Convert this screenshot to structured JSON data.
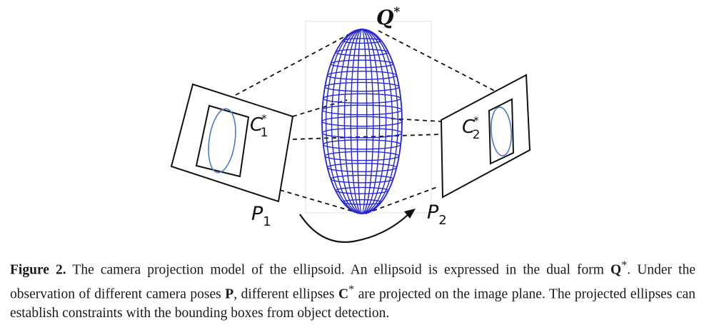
{
  "figure": {
    "labels": {
      "q": "Q",
      "q_sup": "*",
      "c1": "C",
      "c1_sub": "1",
      "c1_sup": "*",
      "c2": "C",
      "c2_sub": "2",
      "c2_sup": "*",
      "p1": "P",
      "p1_sub": "1",
      "p2": "P",
      "p2_sub": "2"
    },
    "colors": {
      "ellipsoid_mesh": "#2424d6",
      "image_ellipse": "#4a78c8",
      "lines": "#111111"
    }
  },
  "caption": {
    "label": "Figure 2.",
    "text_1": " The camera projection model of the ellipsoid. An ellipsoid is expressed in the dual form ",
    "sym_q": "Q",
    "sym_q_sup": "*",
    "text_2": ". Under the observation of different camera poses ",
    "sym_p": "P",
    "text_3": ", different ellipses ",
    "sym_c": "C",
    "sym_c_sup": "*",
    "text_4": " are projected on the image plane. The projected ellipses can establish constraints with the bounding boxes from object detection."
  }
}
